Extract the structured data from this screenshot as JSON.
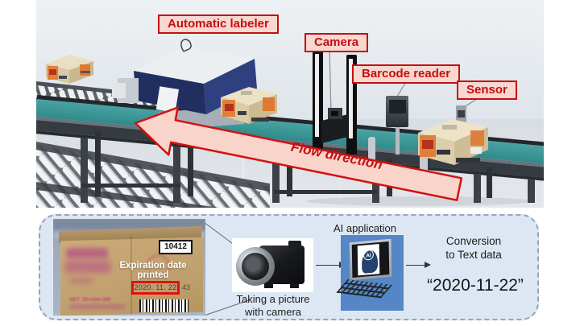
{
  "scene": {
    "labels": {
      "automatic_labeler": "Automatic labeler",
      "camera": "Camera",
      "barcode_reader": "Barcode reader",
      "sensor": "Sensor"
    },
    "flow_direction": "Flow direction",
    "colors": {
      "label_background": "#f7d7d0",
      "label_red": "#c40f0f",
      "arrow_fill": "#f9d4cb",
      "arrow_border": "#d11212",
      "belt_teal": "#3a9494",
      "machine_navy": "#2e4080"
    }
  },
  "panel": {
    "photo": {
      "box_code": "10412",
      "annotation_line1": "Expiration date",
      "annotation_line2": "printed",
      "date_printed": "2020. 11. 22",
      "date_suffix": "43",
      "net_text": "NET. 55×100×3W"
    },
    "camera_caption_line1": "Taking a picture",
    "camera_caption_line2": "with camera",
    "ai_label": "AI application",
    "ai_chip_text": "AI",
    "conversion_line1": "Conversion",
    "conversion_line2": "to Text data",
    "result_text": "“2020-11-22”",
    "colors": {
      "panel_background": "#dde7f3",
      "ai_box_blue": "#5586c6",
      "highlight_red": "#e31010"
    }
  }
}
